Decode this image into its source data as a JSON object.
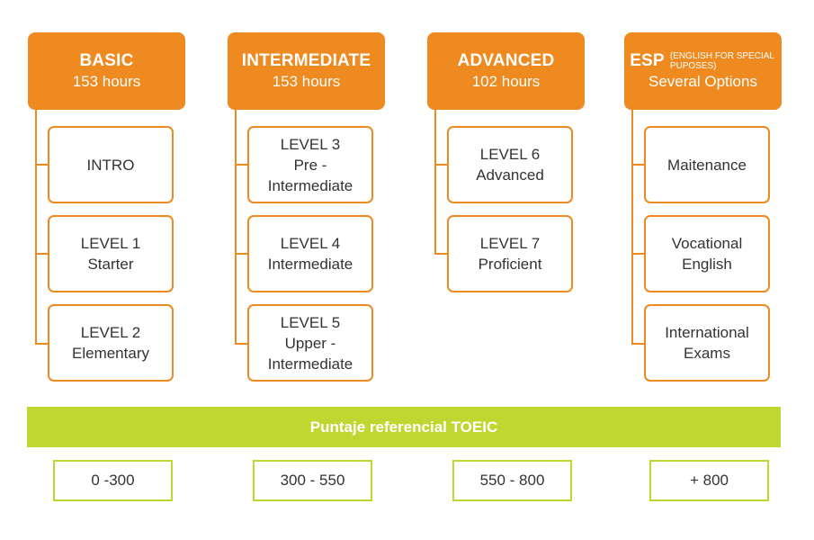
{
  "columns": [
    {
      "title": "BASIC",
      "subtitle": "153 hours",
      "items": [
        "INTRO",
        "LEVEL 1\nStarter",
        "LEVEL 2\nElementary"
      ]
    },
    {
      "title": "INTERMEDIATE",
      "subtitle": "153 hours",
      "items": [
        "LEVEL 3\nPre -\nIntermediate",
        "LEVEL 4\nIntermediate",
        "LEVEL 5\nUpper -\nIntermediate"
      ]
    },
    {
      "title": "ADVANCED",
      "subtitle": "102 hours",
      "items": [
        "LEVEL 6\nAdvanced",
        "LEVEL 7\nProficient"
      ]
    },
    {
      "title": "ESP",
      "note": "(ENGLISH FOR SPECIAL PUPOSES)",
      "subtitle": "Several Options",
      "items": [
        "Maitenance",
        "Vocational\nEnglish",
        "International\nExams"
      ]
    }
  ],
  "toeic": {
    "label": "Puntaje referencial TOEIC",
    "scores": [
      "0 -300",
      "300 - 550",
      "550 - 800",
      "+ 800"
    ]
  },
  "colors": {
    "orange": "#ee8a1f",
    "green": "#c0d732"
  }
}
